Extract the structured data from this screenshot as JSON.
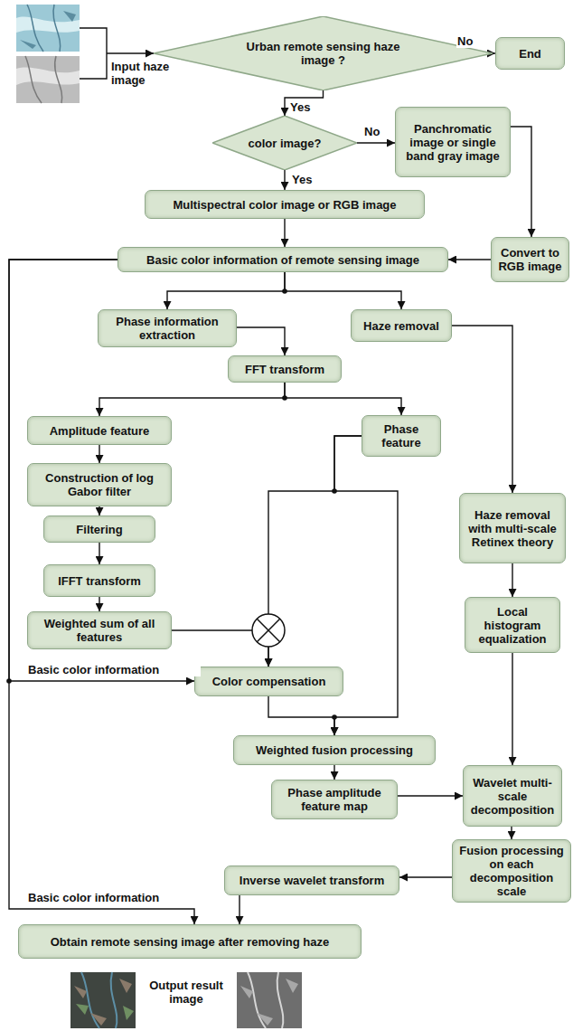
{
  "diagram": {
    "nodes": [
      {
        "text": [
          "Urban remote sensing haze image ?"
        ]
      },
      {
        "text": [
          "End"
        ]
      },
      {
        "text": [
          "color image?"
        ]
      },
      {
        "text": [
          "Panchromatic image or single band gray image"
        ]
      },
      {
        "text": [
          "Multispectral color image or RGB image"
        ]
      },
      {
        "text": [
          "Convert to RGB image"
        ]
      },
      {
        "text": [
          "Basic color information of remote sensing image"
        ]
      },
      {
        "text": [
          "Phase information extraction"
        ]
      },
      {
        "text": [
          "Haze removal"
        ]
      },
      {
        "text": [
          "FFT transform"
        ]
      },
      {
        "text": [
          "Amplitude feature"
        ]
      },
      {
        "text": [
          "Phase feature"
        ]
      },
      {
        "text": [
          "Construction of log Gabor filter"
        ]
      },
      {
        "text": [
          "Filtering"
        ]
      },
      {
        "text": [
          "Haze removal with multi-scale Retinex theory"
        ]
      },
      {
        "text": [
          "IFFT transform"
        ]
      },
      {
        "text": [
          "Local histogram equalization"
        ]
      },
      {
        "text": [
          "Weighted sum of all features"
        ]
      },
      {
        "text": [
          "Color compensation"
        ]
      },
      {
        "text": [
          "Weighted fusion processing"
        ]
      },
      {
        "text": [
          "Phase amplitude feature map"
        ]
      },
      {
        "text": [
          "Wavelet multi-scale decomposition"
        ]
      },
      {
        "text": [
          "Fusion processing on each decomposition scale"
        ]
      },
      {
        "text": [
          "Inverse wavelet transform"
        ]
      },
      {
        "text": [
          "Obtain remote sensing image after removing haze"
        ]
      }
    ],
    "edges": [
      {
        "from": 0,
        "to": 1,
        "arrow": "to",
        "label": "No"
      },
      {
        "from": 0,
        "to": 2,
        "arrow": "to",
        "label": "Yes"
      },
      {
        "from": 2,
        "to": 3,
        "arrow": "to",
        "label": "No"
      },
      {
        "from": 2,
        "to": 4,
        "arrow": "to",
        "label": "Yes"
      },
      {
        "from": 3,
        "to": 5,
        "arrow": "to"
      },
      {
        "from": 5,
        "to": 6,
        "arrow": "to"
      },
      {
        "from": 4,
        "to": 6,
        "arrow": "to"
      },
      {
        "from": 6,
        "to": 7,
        "arrow": "to"
      },
      {
        "from": 6,
        "to": 8,
        "arrow": "to"
      },
      {
        "from": 7,
        "to": 9,
        "arrow": "to"
      },
      {
        "from": 8,
        "to": 14,
        "arrow": "to"
      },
      {
        "from": 9,
        "to": 10,
        "arrow": "to"
      },
      {
        "from": 9,
        "to": 11,
        "arrow": "to"
      },
      {
        "from": 10,
        "to": 12,
        "arrow": "to"
      },
      {
        "from": 12,
        "to": 13,
        "arrow": "to"
      },
      {
        "from": 13,
        "to": 15,
        "arrow": "to"
      },
      {
        "from": 15,
        "to": 17,
        "arrow": "to"
      },
      {
        "from": 17,
        "to": 18,
        "arrow": "to"
      },
      {
        "from": 11,
        "to": 18,
        "arrow": "to"
      },
      {
        "from": 11,
        "to": 19,
        "arrow": "to"
      },
      {
        "from": 18,
        "to": 19,
        "arrow": "to"
      },
      {
        "from": 6,
        "to": 18,
        "arrow": "to"
      },
      {
        "from": 6,
        "to": 24,
        "arrow": "to"
      },
      {
        "from": 14,
        "to": 16,
        "arrow": "to"
      },
      {
        "from": 16,
        "to": 21,
        "arrow": "to"
      },
      {
        "from": 19,
        "to": 20,
        "arrow": "to"
      },
      {
        "from": 20,
        "to": 21,
        "arrow": "to"
      },
      {
        "from": 21,
        "to": 22,
        "arrow": "to"
      },
      {
        "from": 22,
        "to": 23,
        "arrow": "to"
      },
      {
        "from": 23,
        "to": 24,
        "arrow": "to"
      }
    ],
    "labels": [
      "Input haze image",
      "Basic color information",
      "Basic color information",
      "Output result image"
    ]
  }
}
